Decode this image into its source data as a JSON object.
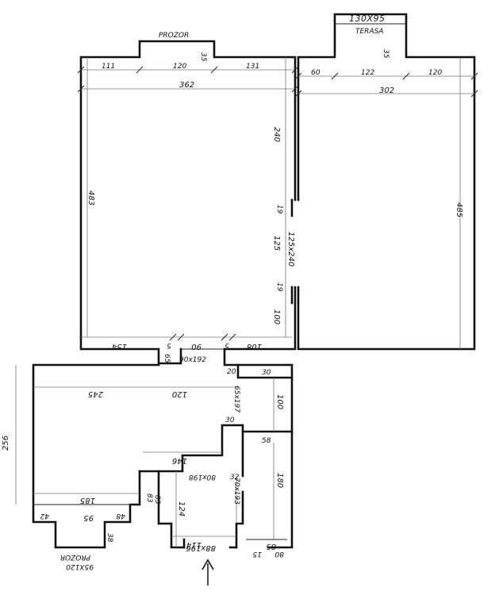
{
  "plan": {
    "labels": {
      "window_top": "PROZOR",
      "terrace_size": "130X95",
      "terrace": "TERASA",
      "window_bottom": "PROZOR",
      "window_bottom_size": "95X120",
      "door_between_rooms": "125x240",
      "door_hall": "90x192",
      "door_right_hall": "65x197",
      "door_left_mid": "80x198",
      "door_right_mid": "70x193",
      "entrance_door": "88x196"
    },
    "dims": {
      "left_room_top_1": "111",
      "left_room_top_2": "120",
      "left_room_top_3": "131",
      "left_room_width": "362",
      "left_room_height": "483",
      "win_top_depth": "35",
      "right_room_top_1": "60",
      "right_room_top_2": "122",
      "right_room_top_3": "120",
      "right_room_width": "302",
      "right_room_height": "485",
      "terrace_depth": "35",
      "wall_240": "240",
      "wall_19a": "19",
      "wall_125": "125",
      "wall_19b": "19",
      "wall_100a": "100",
      "bot_154": "154",
      "bot_5a": "5",
      "bot_90": "90",
      "bot_5b": "5",
      "bot_108": "108",
      "hall_65": "65",
      "hall_20": "20",
      "hall_30a": "30",
      "hall_245": "245",
      "hall_120": "120",
      "hall_100": "100",
      "hall_30b": "30",
      "hall_58": "58",
      "hall_146": "146",
      "hall_256": "256",
      "hall_185": "185",
      "hall_42": "42",
      "hall_95": "95",
      "hall_48": "48",
      "hall_38": "38",
      "hall_83": "83",
      "hall_124": "124",
      "hall_180": "180",
      "hall_32": "32",
      "hall_114": "114",
      "hall_85": "85",
      "hall_15": "15",
      "hall_80": "80"
    },
    "entrance_arrow": "↑"
  }
}
